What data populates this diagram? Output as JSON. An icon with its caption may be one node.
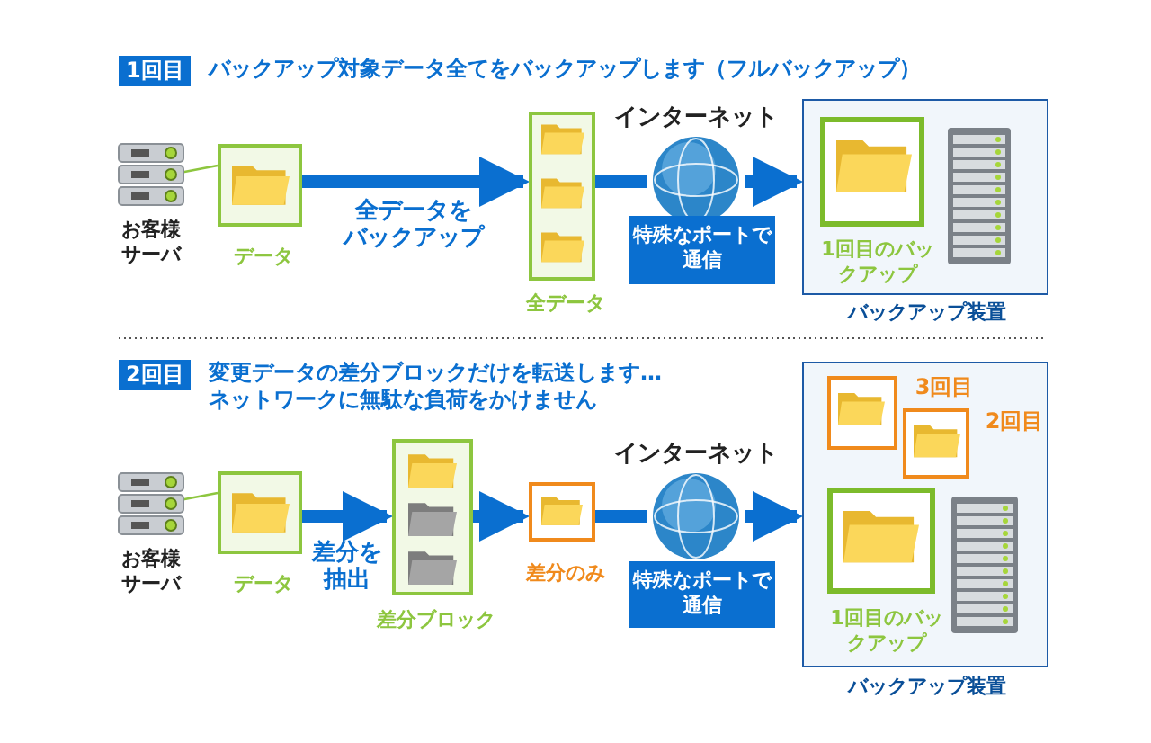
{
  "diagram": {
    "nodes": [
      {
        "text": [
          "お客様サーバ"
        ]
      },
      {
        "text": [
          "データ"
        ]
      },
      {
        "text": [
          "全データ"
        ]
      },
      {
        "text": [
          "インターネット"
        ]
      },
      {
        "text": [
          "特殊なポートで通信"
        ]
      },
      {
        "text": [
          "バックアップ装置"
        ]
      },
      {
        "text": [
          "1回目のバックアップ"
        ],
        "in": 5
      },
      {
        "text": [],
        "shape": "server",
        "in": 5
      },
      {
        "text": [
          "お客様サーバ"
        ]
      },
      {
        "text": [
          "データ"
        ]
      },
      {
        "text": [
          "差分ブロック"
        ]
      },
      {
        "text": [
          "差分のみ"
        ]
      },
      {
        "text": [
          "インターネット"
        ]
      },
      {
        "text": [
          "特殊なポートで通信"
        ]
      },
      {
        "text": [
          "バックアップ装置"
        ]
      },
      {
        "text": [
          "3回目"
        ],
        "in": 14
      },
      {
        "text": [
          "2回目"
        ],
        "in": 14
      },
      {
        "text": [
          "1回目のバックアップ"
        ],
        "in": 14
      },
      {
        "text": [],
        "shape": "server",
        "in": 14
      }
    ],
    "edges": [
      {
        "from": 0,
        "to": 1,
        "arrow": "none",
        "color": "#8dc63f"
      },
      {
        "from": 1,
        "to": 2,
        "arrow": "to",
        "label": "全データをバックアップ"
      },
      {
        "from": 2,
        "to": 3,
        "arrow": "none"
      },
      {
        "from": 3,
        "to": 5,
        "arrow": "to"
      },
      {
        "from": 8,
        "to": 9,
        "arrow": "none",
        "color": "#8dc63f"
      },
      {
        "from": 9,
        "to": 10,
        "arrow": "to",
        "label": "差分を抽出"
      },
      {
        "from": 10,
        "to": 11,
        "arrow": "to"
      },
      {
        "from": 11,
        "to": 12,
        "arrow": "none"
      },
      {
        "from": 12,
        "to": 14,
        "arrow": "to"
      }
    ],
    "labels": [
      "1回目",
      "バックアップ対象データ全てをバックアップします（フルバックアップ）",
      "2回目",
      "変更データの差分ブロックだけを転送します…ネットワークに無駄な負荷をかけません"
    ]
  }
}
